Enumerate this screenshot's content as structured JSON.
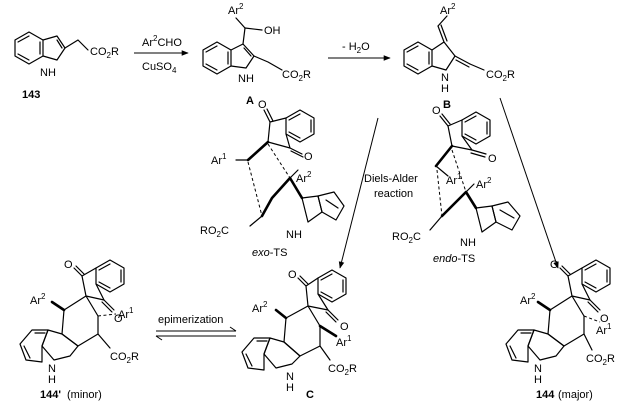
{
  "compounds": {
    "sm": "143",
    "int_a": "A",
    "int_b": "B",
    "prod_c": "C",
    "major_num": "144",
    "major_note": "(major)",
    "minor_num": "144'",
    "minor_note": "(minor)"
  },
  "arrows": {
    "step1_reagent_top": "Ar",
    "step1_reagent_top_sup": "2",
    "step1_reagent_top_rest": "CHO",
    "step1_reagent_bottom": "CuSO",
    "step1_reagent_bottom_sub": "4",
    "step2_label": "- H",
    "step2_label_sub": "2",
    "step2_label_rest": "O",
    "da_line1": "Diels-Alder",
    "da_line2": "reaction",
    "epi_label": "epimerization"
  },
  "ts": {
    "exo_prefix": "exo",
    "exo_suffix": "-TS",
    "endo_prefix": "endo",
    "endo_suffix": "-TS"
  },
  "labels": {
    "ar": "Ar",
    "ar1_sup": "1",
    "ar2_sup": "2",
    "oh": "OH",
    "nh": "NH",
    "n": "N",
    "h": "H",
    "o": "O",
    "co2r_main": "CO",
    "co2r_sub": "2",
    "co2r_r": "R",
    "ro2c_ro": "RO",
    "ro2c_sub": "2",
    "ro2c_c": "C"
  }
}
